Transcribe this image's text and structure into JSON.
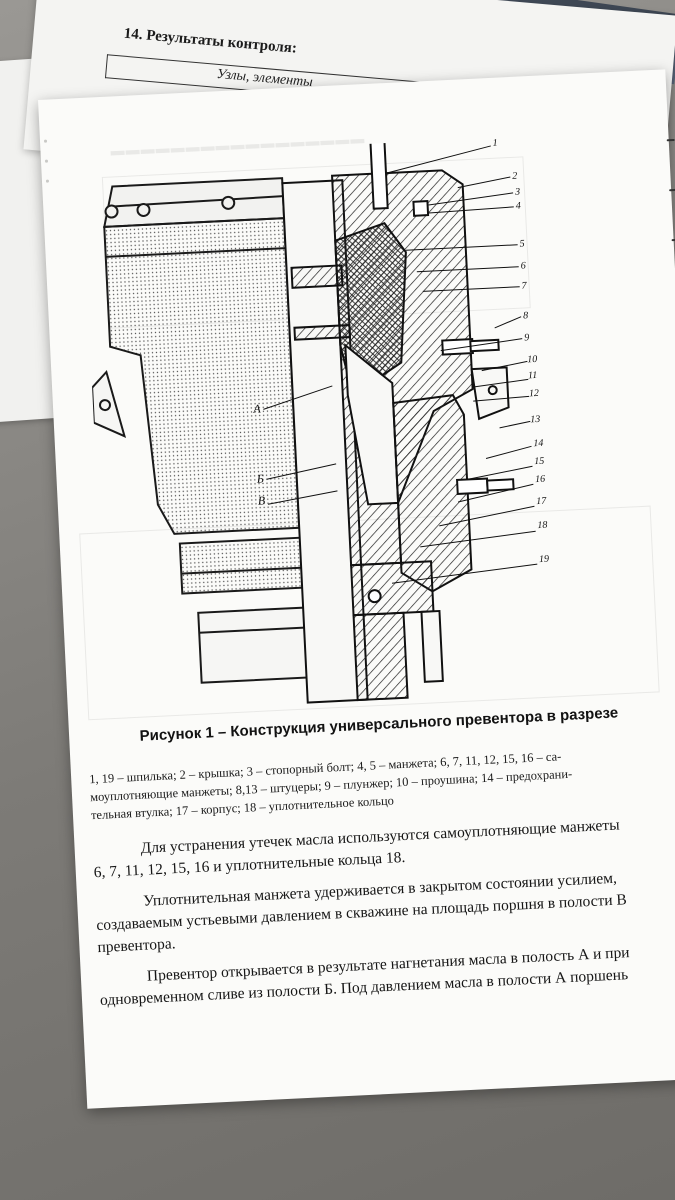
{
  "back_sheet": {
    "title": "14. Результаты контроля:",
    "cell": "Узлы, элементы"
  },
  "figure": {
    "labels": [
      "1",
      "2",
      "3",
      "4",
      "5",
      "6",
      "7",
      "8",
      "9",
      "10",
      "11",
      "12",
      "13",
      "14",
      "15",
      "16",
      "17",
      "18",
      "19"
    ],
    "cavity_labels": [
      "А",
      "Б",
      "В"
    ],
    "caption": "Рисунок 1 – Конструкция универсального превентора в разрезе"
  },
  "legend": {
    "lines": [
      "1, 19 – шпилька;  2 – крышка;  3 – стопорный болт;  4, 5 – манжета;  6, 7, 11, 12, 15, 16 – са-",
      "моуплотняющие манжеты; 8,13 – штуцеры;  9 – плунжер; 10 – проушина;  14 – предохрани-",
      "тельная втулка; 17 – корпус; 18 – уплотнительное кольцо"
    ]
  },
  "paragraphs": [
    {
      "lines": [
        "Для устранения  утечек масла используются самоуплотняющие манжеты",
        "6, 7, 11, 12, 15, 16 и уплотнительные кольца 18."
      ]
    },
    {
      "lines": [
        "Уплотнительная манжета удерживается в закрытом состоянии усилием,",
        "создаваемым устьевыми давлением в скважине на площадь поршня в полости В",
        "превентора."
      ]
    },
    {
      "lines": [
        "Превентор открывается в результате нагнетания масла в полость А и при",
        "одновременном сливе из полости Б. Под давлением масла в полости А поршень"
      ]
    }
  ]
}
